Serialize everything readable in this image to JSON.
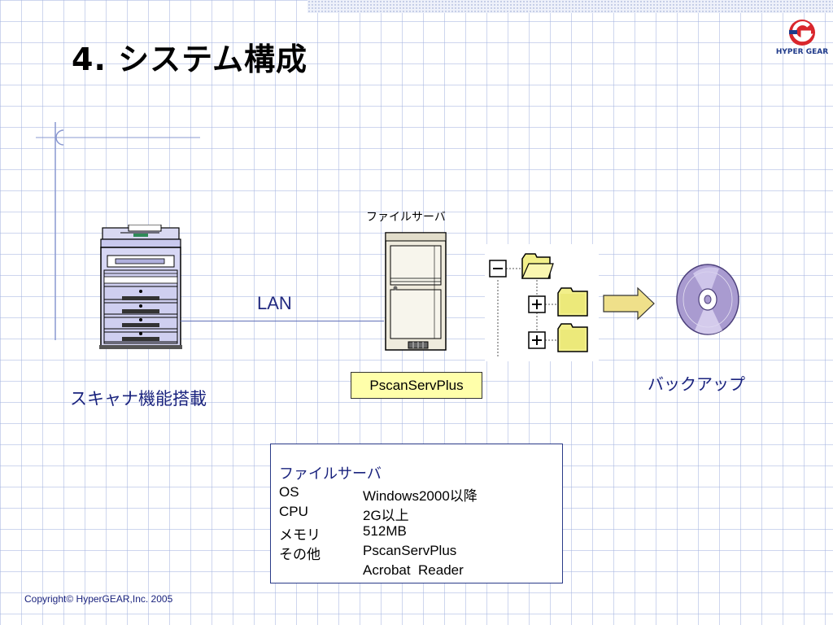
{
  "slide": {
    "title": "4. システム構成",
    "copyright": "Copyright© HyperGEAR,Inc. 2005"
  },
  "logo": {
    "text": "HYPER GEAR",
    "icon": "hypergear-logo-icon"
  },
  "diagram": {
    "scanner_label": "スキャナ機能搭載",
    "lan_label": "LAN",
    "server_label": "ファイルサーバ",
    "software_label": "PscanServPlus",
    "backup_label": "バックアップ",
    "icons": [
      "scanner-icon",
      "server-icon",
      "folder-tree-icon",
      "arrow-icon",
      "disc-icon"
    ]
  },
  "specs": {
    "heading": "ファイルサーバ",
    "rows": [
      {
        "key": "OS",
        "value": "Windows2000以降"
      },
      {
        "key": "CPU",
        "value": "2G以上"
      },
      {
        "key": "メモリ",
        "value": "512MB"
      },
      {
        "key": "その他",
        "value": "PscanServPlus"
      },
      {
        "key": "",
        "value": "Acrobat  Reader"
      }
    ]
  },
  "colors": {
    "accent": "#1a237e",
    "grid": "#a5b4e1",
    "product_box": "#ffffaa",
    "folder": "#f2ef8a",
    "arrow": "#efe08a",
    "disc": "#a99bd0",
    "logo_red": "#d9262c",
    "logo_blue": "#1f3a8a"
  }
}
